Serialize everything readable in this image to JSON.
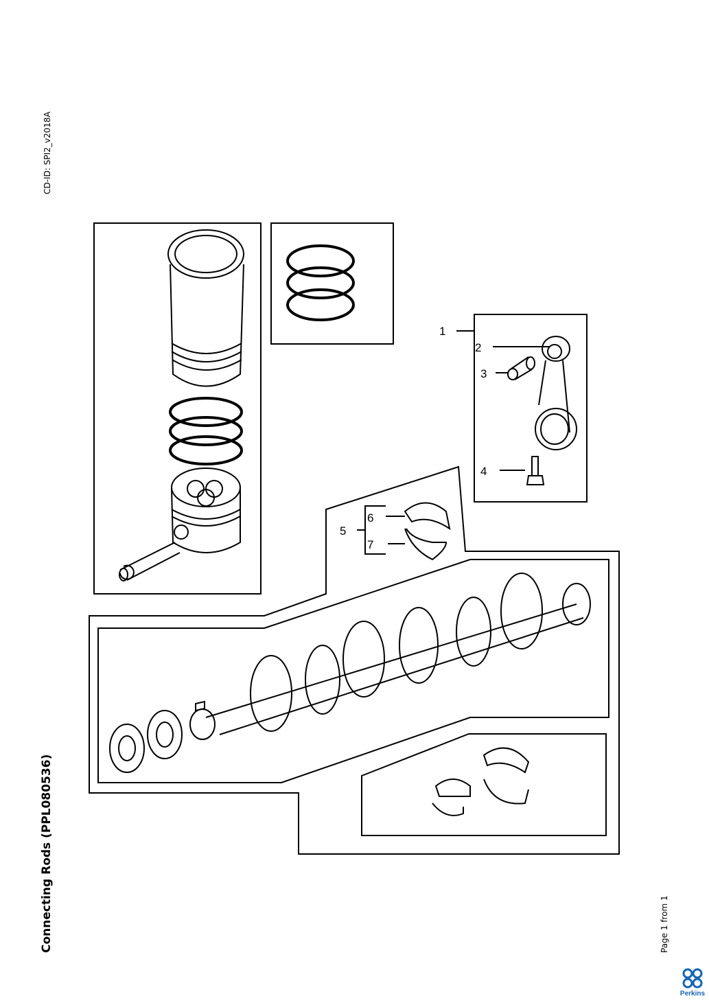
{
  "document": {
    "title": "Connecting Rods (PPL080536)",
    "cd_id": "CD-ID: SPI2_v2018A",
    "page_info": "Page 1 from 1",
    "brand": "Perkins",
    "brand_color": "#1565b4"
  },
  "diagram": {
    "callouts": [
      "1",
      "2",
      "3",
      "4",
      "5",
      "6",
      "7"
    ]
  }
}
